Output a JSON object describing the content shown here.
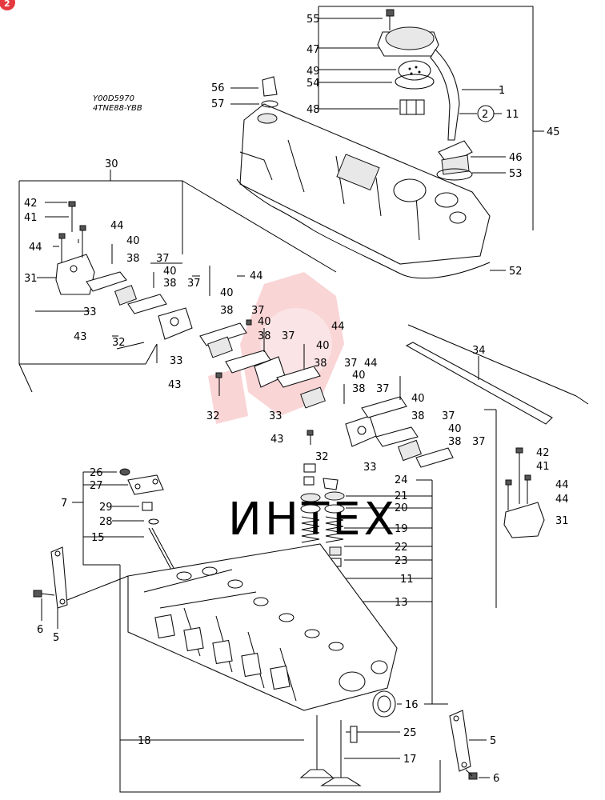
{
  "diagram": {
    "badge": "2",
    "model_codes": [
      "Y00D5970",
      "4TNE88-YBB"
    ],
    "watermark": "ИНТЕХ",
    "callouts": {
      "c55": "55",
      "c47": "47",
      "c49": "49",
      "c54": "54",
      "c48": "48",
      "c1": "1",
      "c2_circle": "2",
      "c11_top": "11",
      "c45": "45",
      "c46": "46",
      "c53": "53",
      "c52": "52",
      "c56": "56",
      "c57": "57",
      "c30": "30",
      "c42_l": "42",
      "c41_l": "41",
      "c44_a": "44",
      "c44_b": "44",
      "c31_l": "31",
      "c40_a": "40",
      "c38_a": "38",
      "c37_a": "37",
      "c40_b": "40",
      "c38_b": "38",
      "c37_b": "37",
      "c44_c": "44",
      "c33_a": "33",
      "c43_a": "43",
      "c32_a": "32",
      "c40_c": "40",
      "c38_c": "38",
      "c37_c": "37",
      "c40_d": "40",
      "c38_d": "38",
      "c37_d": "37",
      "c44_d": "44",
      "c33_b": "33",
      "c43_b": "43",
      "c40_e": "40",
      "c38_e": "38",
      "c37_e": "37",
      "c44_e": "44",
      "c40_f": "40",
      "c38_f": "38",
      "c37_f": "37",
      "c32_b": "32",
      "c33_c": "33",
      "c34": "34",
      "c40_g": "40",
      "c38_g": "38",
      "c37_g": "37",
      "c43_c": "43",
      "c40_h": "40",
      "c38_h": "38",
      "c37_h": "37",
      "c32_c": "32",
      "c33_d": "33",
      "c42_r": "42",
      "c41_r": "41",
      "c44_f": "44",
      "c44_g": "44",
      "c31_r": "31",
      "c24": "24",
      "c21": "21",
      "c20": "20",
      "c19": "19",
      "c22": "22",
      "c23": "23",
      "c11_valve": "11",
      "c13": "13",
      "c26": "26",
      "c27": "27",
      "c7": "7",
      "c29": "29",
      "c28": "28",
      "c15": "15",
      "c6_l": "6",
      "c5_l": "5",
      "c16": "16",
      "c18": "18",
      "c25": "25",
      "c17": "17",
      "c5_r": "5",
      "c6_r": "6"
    }
  }
}
